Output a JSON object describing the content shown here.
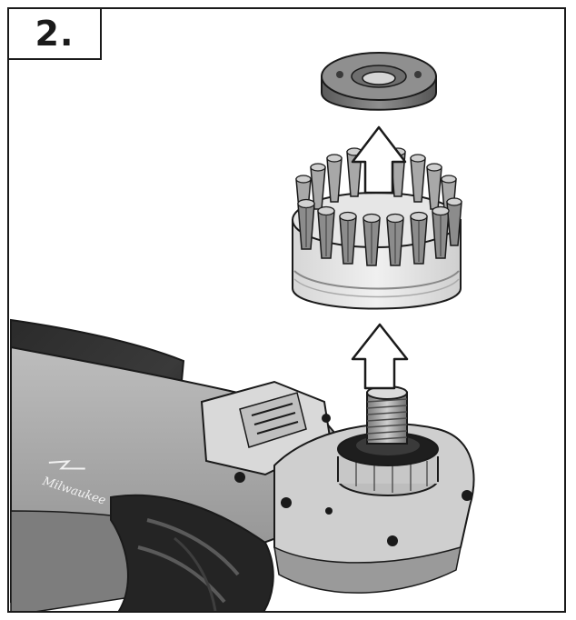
{
  "step": {
    "label": "2."
  },
  "illustration": {
    "brand_mark": "Milwaukee",
    "parts": [
      {
        "name": "flange-nut",
        "description": "flange-nut"
      },
      {
        "name": "wire-brush-wheel",
        "description": "wire-brush-wheel"
      },
      {
        "name": "grinder-spindle",
        "description": "grinder-spindle"
      },
      {
        "name": "angle-grinder-body",
        "description": "angle-grinder-body"
      }
    ],
    "arrows": [
      {
        "name": "arrow-up-upper",
        "direction": "up"
      },
      {
        "name": "arrow-up-lower",
        "direction": "up"
      }
    ],
    "colors": {
      "outline": "#1a1a1a",
      "metal_dark": "#555555",
      "metal_mid": "#8a8a8a",
      "metal_light": "#c8c8c8",
      "body_dark": "#2a2a2a",
      "body_light": "#a9a9a9"
    }
  }
}
